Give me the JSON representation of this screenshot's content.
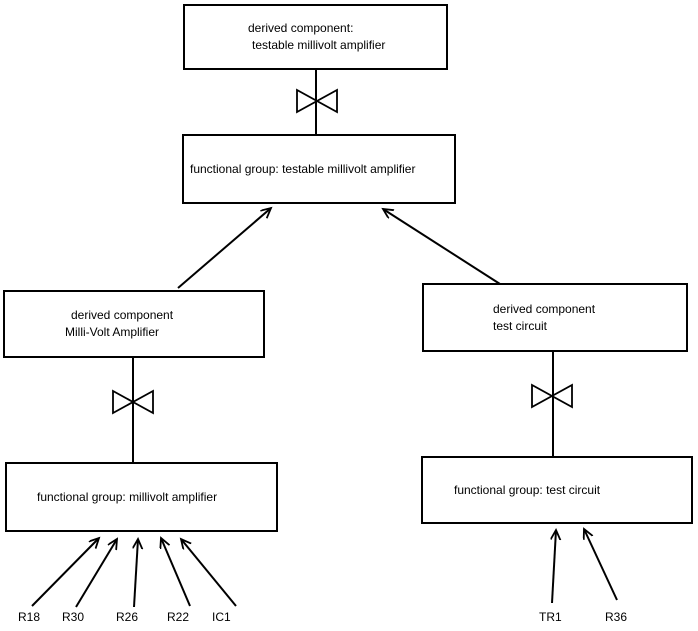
{
  "diagram": {
    "colors": {
      "line": "#000000",
      "background": "#ffffff",
      "box_fill": "#ffffff"
    },
    "nodes": {
      "derived_testable": {
        "line1": "derived component:",
        "line2": "testable millivolt amplifier"
      },
      "fg_testable": {
        "label": "functional group: testable millivolt amplifier"
      },
      "derived_millivolt": {
        "line1": "derived component",
        "line2": "Milli-Volt Amplifier"
      },
      "derived_test": {
        "line1": "derived component",
        "line2": "test circuit"
      },
      "fg_millivolt": {
        "label": "functional group: millivolt amplifier"
      },
      "fg_test": {
        "label": "functional group: test circuit"
      }
    },
    "leaf_labels": {
      "left": [
        "R18",
        "R30",
        "R26",
        "R22",
        "IC1"
      ],
      "right": [
        "TR1",
        "R36"
      ]
    }
  }
}
